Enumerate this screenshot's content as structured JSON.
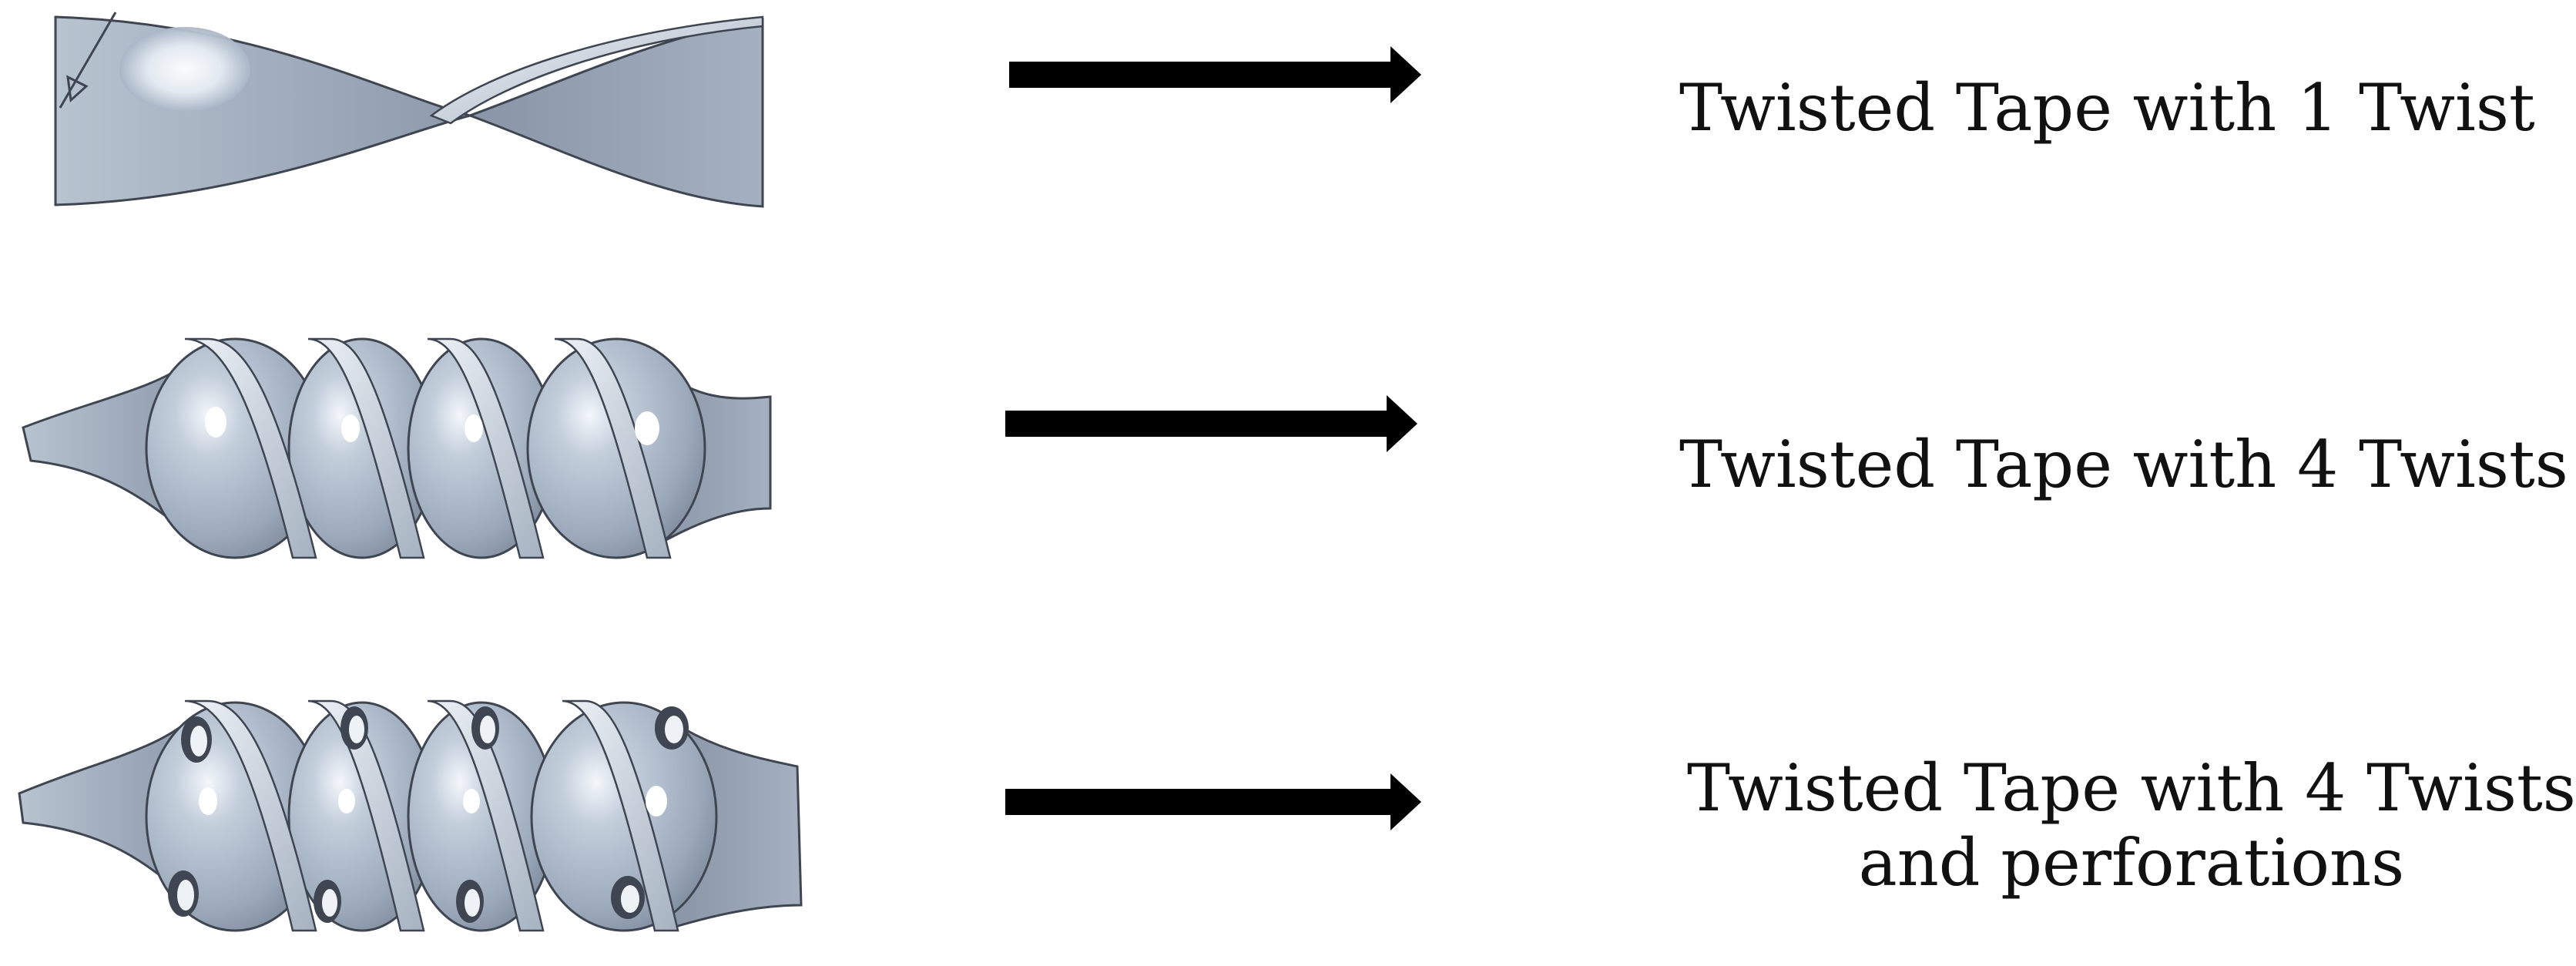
{
  "rows": [
    {
      "label_lines": [
        "Twisted Tape with 1 Twist"
      ],
      "twists": 1,
      "perforated": false
    },
    {
      "label_lines": [
        "Twisted Tape with 4 Twists"
      ],
      "twists": 4,
      "perforated": false
    },
    {
      "label_lines": [
        "Twisted Tape with 4 Twists",
        "and perforations"
      ],
      "twists": 4,
      "perforated": true
    }
  ],
  "colors": {
    "tape_fill": "#a9b6c6",
    "tape_shade": "#7d8a9b",
    "tape_highlight": "#f4f7fb",
    "outline": "#3f4652",
    "arrow": "#000000",
    "background": "#ffffff"
  }
}
